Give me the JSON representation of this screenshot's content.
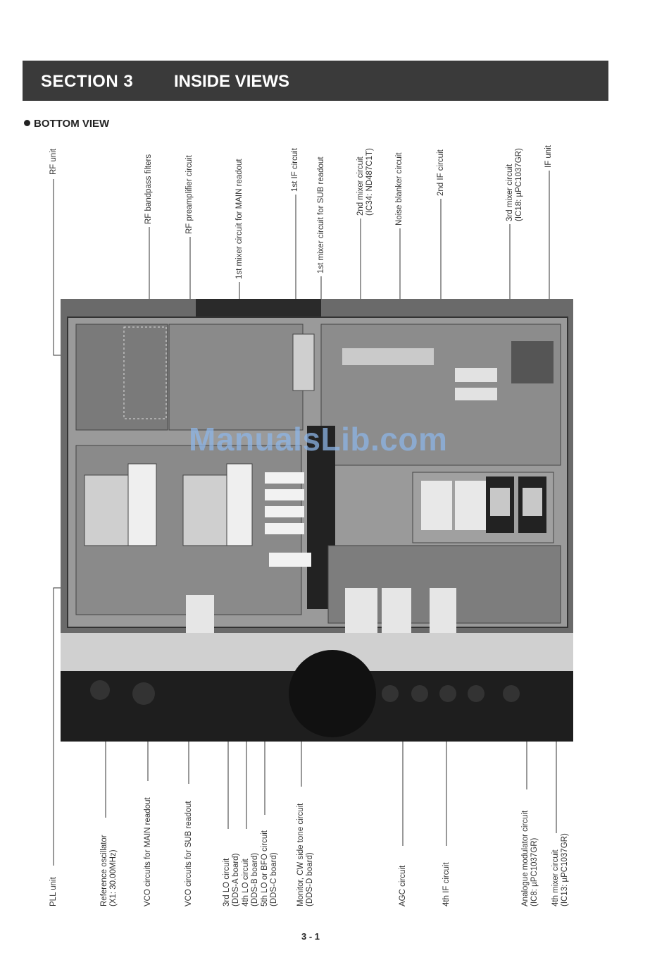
{
  "header": {
    "section": "SECTION  3",
    "title": "INSIDE VIEWS"
  },
  "subheading": "BOTTOM VIEW",
  "watermark": "ManualsLib.com",
  "top_labels": [
    "RF unit",
    "RF bandpass filters",
    "RF preamplifier circuit",
    "1st mixer circuit for MAIN readout",
    "1st IF circuit",
    "1st mixer circuit for SUB readout",
    "2nd mixer circuit\n(IC34: ND487C1T)",
    "Noise blanker circuit",
    "2nd IF circuit",
    "3rd mixer circuit\n(IC18: µPC1037GR)",
    "IF unit"
  ],
  "bottom_labels": [
    "PLL unit",
    "Reference oscillator\n(X1: 30.00MHz)",
    "VCO circuits for MAIN readout",
    "VCO circuits for SUB readout",
    "3rd LO circuit\n(DDS-A board)",
    "4th LO circuit\n(DDS-B board)",
    "5th LO or BFO circuit\n(DDS-C board)",
    "Monitor, CW side tone circuit\n(DDS-D board)",
    "AGC circuit",
    "4th IF circuit",
    "Analogue modulator circuit\n(IC8: µPC1037GR)",
    "4th mixer circuit\n(IC13: µPC1037GR)"
  ],
  "page_number": "3 - 1"
}
